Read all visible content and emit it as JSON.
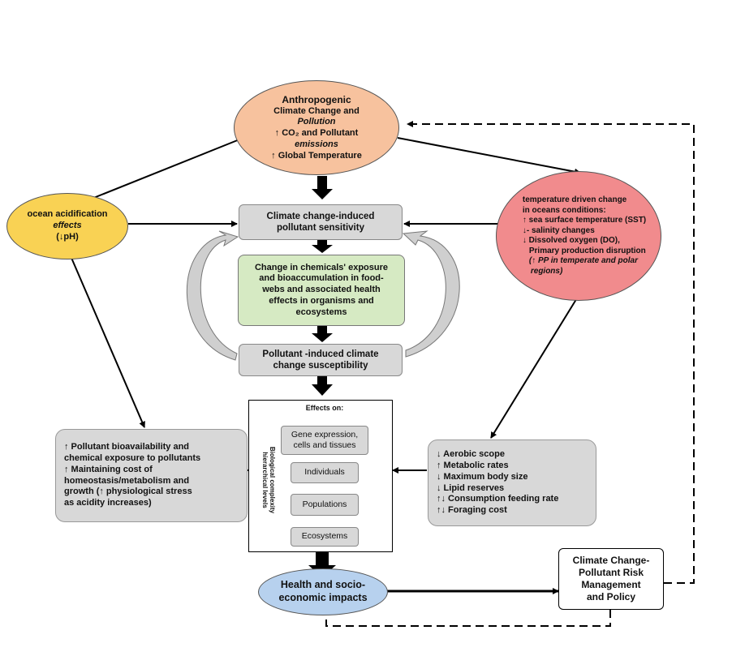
{
  "anthropogenic": {
    "lines": [
      "Anthropogenic",
      "Climate Change and",
      "Pollution",
      "↑ CO₂ and Pollutant",
      "emissions",
      "↑ Global Temperature"
    ]
  },
  "ocean_acidification": {
    "lines": [
      "ocean acidification",
      "effects",
      "(↓pH)"
    ]
  },
  "temperature_change": {
    "lines": [
      "temperature driven change",
      "in oceans conditions:",
      "↑ sea surface temperature (SST)",
      "↓- salinity changes",
      "↓ Dissolved  oxygen (DO),",
      "Primary production disruption",
      "(↑ PP in temperate and polar",
      "regions)"
    ]
  },
  "climate_sensitivity": {
    "lines": [
      "Climate change-induced",
      "pollutant sensitivity"
    ]
  },
  "chemicals_exposure": {
    "lines": [
      "Change in chemicals' exposure",
      "and bioaccumulation in food-",
      "webs and associated health",
      "effects in organisms and",
      "ecosystems"
    ]
  },
  "climate_susceptibility": {
    "lines": [
      "Pollutant -induced climate",
      "change susceptibility"
    ]
  },
  "effects_panel": {
    "title": "Effects on:",
    "vertical_label": [
      "Biological complexity",
      "hierarchical levels"
    ],
    "levels": [
      [
        "Gene expression,",
        "cells and tissues"
      ],
      [
        "Individuals"
      ],
      [
        "Populations"
      ],
      [
        "Ecosystems"
      ]
    ]
  },
  "left_effects": {
    "lines": [
      "↑ Pollutant bioavailability and",
      "chemical exposure to pollutants",
      "↑ Maintaining cost of",
      "homeostasis/metabolism and",
      "growth (↑ physiological stress",
      "as acidity increases)"
    ]
  },
  "right_effects": {
    "lines": [
      "↓ Aerobic scope",
      "↑ Metabolic rates",
      "↓ Maximum body size",
      "↓ Lipid reserves",
      "↑↓ Consumption feeding rate",
      "↑↓ Foraging cost"
    ]
  },
  "health_impacts": {
    "lines": [
      "Health and socio-",
      "economic impacts"
    ]
  },
  "risk_management": {
    "lines": [
      "Climate Change-",
      "Pollutant Risk",
      "Management",
      "and Policy"
    ]
  },
  "colors": {
    "anthropogenic_fill": "#f7c29e",
    "acidification_fill": "#f9d254",
    "temperature_fill": "#f18b8d",
    "grey_box": "#d8d8d8",
    "green_box": "#d6eac3",
    "health_fill": "#b7d1ee"
  }
}
